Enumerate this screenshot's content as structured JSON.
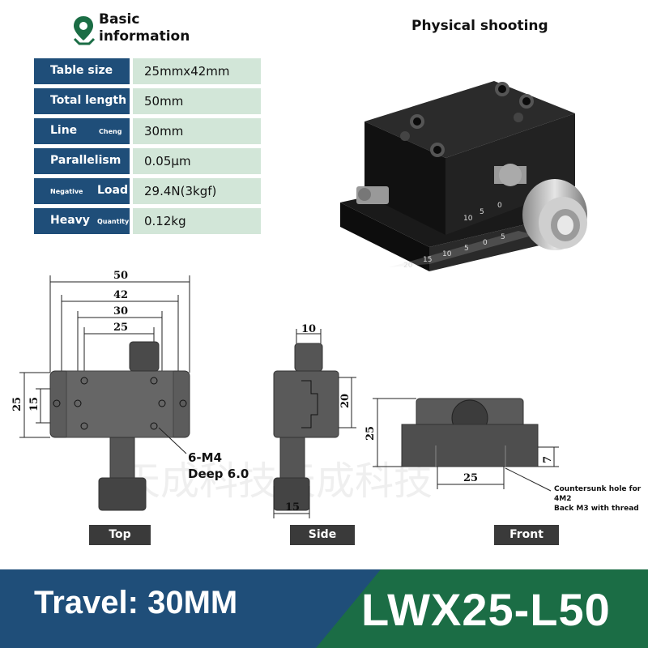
{
  "header": {
    "basic_line1": "Basic",
    "basic_line2": "information",
    "photo_title": "Physical shooting",
    "pin_icon": "map-pin-icon"
  },
  "specs": [
    {
      "label": "Table size",
      "small": "",
      "value": "25mmx42mm"
    },
    {
      "label": "Total length",
      "small": "",
      "value": "50mm"
    },
    {
      "label": "Line",
      "small": "Cheng",
      "value": "30mm"
    },
    {
      "label": "Parallelism",
      "small": "",
      "value": "0.05μm"
    },
    {
      "label": "Load",
      "small": "Negative",
      "value": "29.4N(3kgf)"
    },
    {
      "label": "Heavy",
      "small": "Quantity",
      "value": "0.12kg"
    }
  ],
  "photo": {
    "scale_upper": [
      "10",
      "5",
      "0"
    ],
    "scale_lower": [
      "20",
      "15",
      "10",
      "5",
      "0",
      "5"
    ]
  },
  "drawings": {
    "top": {
      "dims": [
        "50",
        "42",
        "30",
        "25",
        "25",
        "15"
      ],
      "hole_note_1": "6-M4",
      "hole_note_2": "Deep 6.0"
    },
    "side": {
      "dims": [
        "10",
        "20",
        "15"
      ]
    },
    "front": {
      "dims": [
        "25",
        "7",
        "25"
      ],
      "note_1": "Countersunk hole for",
      "note_2": "4M2",
      "note_3": "Back M3 with thread"
    },
    "watermark": "天成科技天成科技"
  },
  "view_labels": {
    "top": "Top",
    "side": "Side",
    "front": "Front"
  },
  "banner": {
    "travel": "Travel: 30MM",
    "model": "LWX25-L50",
    "left_color": "#1f4e79",
    "right_color": "#1b6d45"
  }
}
